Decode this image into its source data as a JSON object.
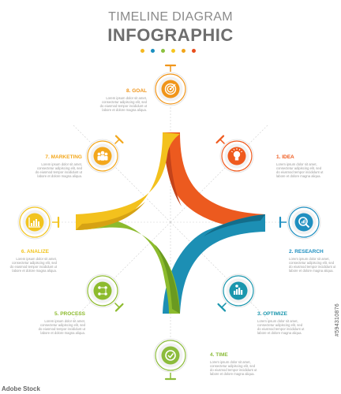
{
  "header": {
    "title": "TIMELINE DIAGRAM",
    "subtitle": "INFOGRAPHIC",
    "dot_colors": [
      "#f4b81f",
      "#1a8fc0",
      "#8cc13f",
      "#f6c61f",
      "#f1a51a",
      "#e84d1b"
    ]
  },
  "steps": [
    {
      "label": "1. IDEA",
      "icon": "lightbulb-icon",
      "color": "#ef5a1e"
    },
    {
      "label": "2. RESEARCH",
      "icon": "magnifier-chart-icon",
      "color": "#1f8fc0"
    },
    {
      "label": "3. OPTIMIZE",
      "icon": "optimize-chart-icon",
      "color": "#1a96ad"
    },
    {
      "label": "4. TIME",
      "icon": "clock-icon",
      "color": "#8cbc3b"
    },
    {
      "label": "5. PROCESS",
      "icon": "process-flow-icon",
      "color": "#8dbb2e"
    },
    {
      "label": "6. ANALIZE",
      "icon": "analyze-bars-icon",
      "color": "#f2c41f"
    },
    {
      "label": "7. MARKETING",
      "icon": "team-icon",
      "color": "#f3a71c"
    },
    {
      "label": "8. GOAL",
      "icon": "target-icon",
      "color": "#f0951a"
    }
  ],
  "lorem": "Lorem ipsum dolor sit amet, consectetur adipiscing elit, sed do eiusmod tempor incididunt ut labore et dolore magna aliqua.",
  "petal_colors": {
    "top_right": "#ec5a1f",
    "bottom_right": "#1c8fb4",
    "bottom_left": "#8cbb2d",
    "top_left": "#f3c11d"
  },
  "watermark": {
    "brand": "Adobe Stock",
    "id": "#594310876"
  }
}
